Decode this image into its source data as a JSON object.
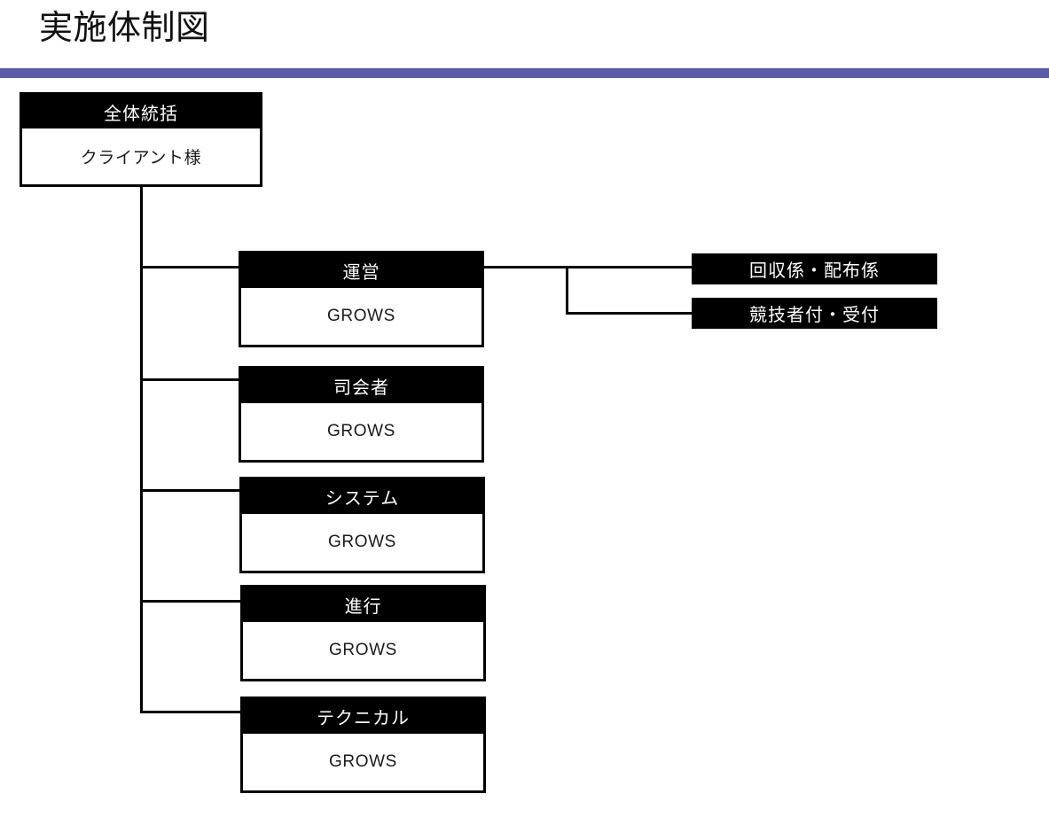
{
  "title": "実施体制図",
  "accent_color": "#5B5CA6",
  "box_header_color": "#000000",
  "box_header_text_color": "#FFFFFF",
  "box_body_color": "#FFFFFF",
  "box_body_text_color": "#1A1A1A",
  "chart_data": {
    "type": "diagram",
    "title": "実施体制図",
    "layout": "org-chart",
    "root": {
      "header": "全体統括",
      "body": "クライアント様"
    },
    "departments": [
      {
        "header": "運営",
        "body": "GROWS"
      },
      {
        "header": "司会者",
        "body": "GROWS"
      },
      {
        "header": "システム",
        "body": "GROWS"
      },
      {
        "header": "進行",
        "body": "GROWS"
      },
      {
        "header": "テクニカル",
        "body": "GROWS"
      }
    ],
    "unei_children": [
      {
        "label": "回収係・配布係"
      },
      {
        "label": "競技者付・受付"
      }
    ]
  },
  "root": {
    "header": "全体統括",
    "body": "クライアント様"
  },
  "departments": [
    {
      "header": "運営",
      "body": "GROWS"
    },
    {
      "header": "司会者",
      "body": "GROWS"
    },
    {
      "header": "システム",
      "body": "GROWS"
    },
    {
      "header": "進行",
      "body": "GROWS"
    },
    {
      "header": "テクニカル",
      "body": "GROWS"
    }
  ],
  "unei_children": [
    {
      "label": "回収係・配布係"
    },
    {
      "label": "競技者付・受付"
    }
  ]
}
